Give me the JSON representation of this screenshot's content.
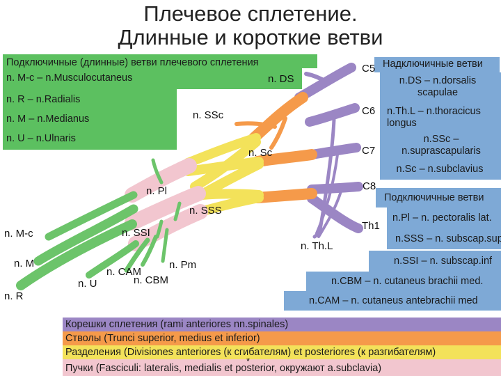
{
  "title": {
    "line1": "Плечевое сплетение.",
    "line2": "Длинные и короткие ветви"
  },
  "long_branches": {
    "heading": "Подключичные (длинные) ветви плечевого сплетения",
    "mc": "n. M-c – n.Musculocutaneus",
    "r": "n. R – n.Radialis",
    "m": "n. M – n.Medianus",
    "u": "n. U – n.Ulnaris"
  },
  "supra": {
    "heading": "Надключичные ветви",
    "ds": "n.DS – n.dorsalis scapulae",
    "thl": "n.Th.L – n.thoracicus longus",
    "ssc": "n.SSc – n.suprascapularis",
    "sc": "n.Sc – n.subclavius"
  },
  "infra": {
    "heading": "Подключичные ветви",
    "pl": "n.Pl – n. pectoralis lat.",
    "sss": "n.SSS – n. subscap.sup",
    "ssi": "n.SSI – n. subscap.inf",
    "cbm": "n.CBM – n. cutaneus brachii med.",
    "cam": "n.CAM – n. cutaneus antebrachii med"
  },
  "roots": [
    "C5",
    "C6",
    "C7",
    "C8",
    "Th1"
  ],
  "diagram_labels": {
    "ds": "n. DS",
    "ssc": "n. SSc",
    "sc": "n. Sc",
    "pl": "n. Pl",
    "sss": "n. SSS",
    "ssi": "n. SSI",
    "thl": "n. Th.L",
    "mc": "n. M-c",
    "m": "n. M",
    "r": "n. R",
    "u": "n. U",
    "cam": "n. CAM",
    "pm": "n. Pm",
    "cbm": "n. CBM"
  },
  "legend": {
    "roots": "Корешки сплетения (rami anteriores nn.spinales)",
    "trunks": "Стволы (Trunci superior, medius et inferior)",
    "divisions": "Разделения (Divisiones anteriores (к сгибателям) et posteriores (к разгибателям)",
    "cords": "Пучки (Fasciculi: lateralis, medialis et posterior, окружают a.subclavia)",
    "asterisk": "*"
  },
  "colors": {
    "box_green": "#5cc060",
    "box_blue": "#7ea9d6",
    "roots": "#9b86c4",
    "trunks": "#f59a4a",
    "divisions": "#f3e25a",
    "cords": "#f2c6cf",
    "cord_branches": "#6cc46a"
  }
}
